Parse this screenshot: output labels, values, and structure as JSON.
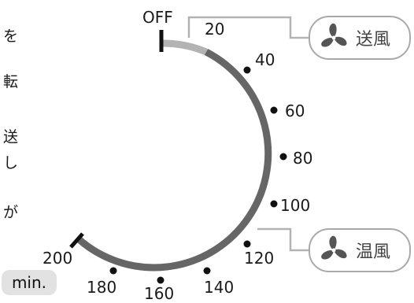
{
  "side_text": [
    "を",
    "転",
    "送",
    "し",
    "が"
  ],
  "dial": {
    "off_label": "OFF",
    "ticks": [
      "20",
      "40",
      "60",
      "80",
      "100",
      "120",
      "140",
      "160",
      "180",
      "200"
    ],
    "unit": "min."
  },
  "modes": [
    {
      "label": "送風",
      "icon": "fan-icon"
    },
    {
      "label": "温風",
      "icon": "fan-icon"
    }
  ],
  "colors": {
    "arc_dark": "#666666",
    "arc_light": "#b3b3b3",
    "leader": "#b3b3b3",
    "text": "#1a1a1a"
  }
}
